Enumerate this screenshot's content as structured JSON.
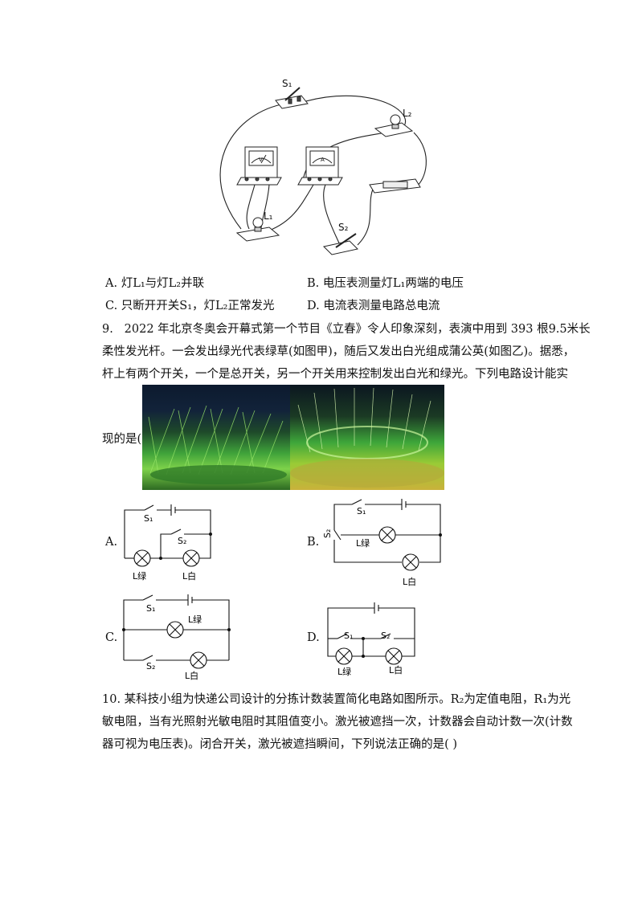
{
  "q8": {
    "fig_labels": {
      "s1": "S₁",
      "s2": "S₂",
      "l1": "L₁",
      "l2": "L₂",
      "v": "V",
      "a": "A"
    },
    "options": {
      "a": "A.  灯L₁与灯L₂并联",
      "b": "B.  电压表测量灯L₁两端的电压",
      "c": "C.  只断开开关S₁，灯L₂正常发光",
      "d": "D.  电流表测量电路总电流"
    }
  },
  "q9": {
    "number": "9.",
    "stem_line1": "2022 年北京冬奥会开幕式第一个节目《立春》令人印象深刻，表演中用到 393 根9.5米长",
    "stem_line2": "柔性发光杆。一会发出绿光代表绿草(如图甲)，随后又发出白光组成蒲公英(如图乙)。据悉，",
    "stem_line3": "杆上有两个开关，一个是总开关，另一个开关用来控制发出白光和绿光。下列电路设计能实",
    "stem_tail": "现的是(",
    "circuits": {
      "a": {
        "letter": "A.",
        "s1": "S₁",
        "s2": "S₂",
        "lg": "L绿",
        "lw": "L白"
      },
      "b": {
        "letter": "B.",
        "s1": "S₁",
        "s2": "S₂",
        "lg": "L绿",
        "lw": "L白"
      },
      "c": {
        "letter": "C.",
        "s1": "S₁",
        "s2": "S₂",
        "lg": "L绿",
        "lw": "L白"
      },
      "d": {
        "letter": "D.",
        "s1": "S₁",
        "s2": "S₂",
        "lg": "L绿",
        "lw": "L白"
      }
    }
  },
  "q10": {
    "line1": "10. 某科技小组为快递公司设计的分拣计数装置简化电路如图所示。R₂为定值电阻，R₁为光",
    "line2": "敏电阻，当有光照射光敏电阻时其阻值变小。激光被遮挡一次，计数器会自动计数一次(计数",
    "line3": "器可视为电压表)。闭合开关，激光被遮挡瞬间，下列说法正确的是(    )"
  }
}
